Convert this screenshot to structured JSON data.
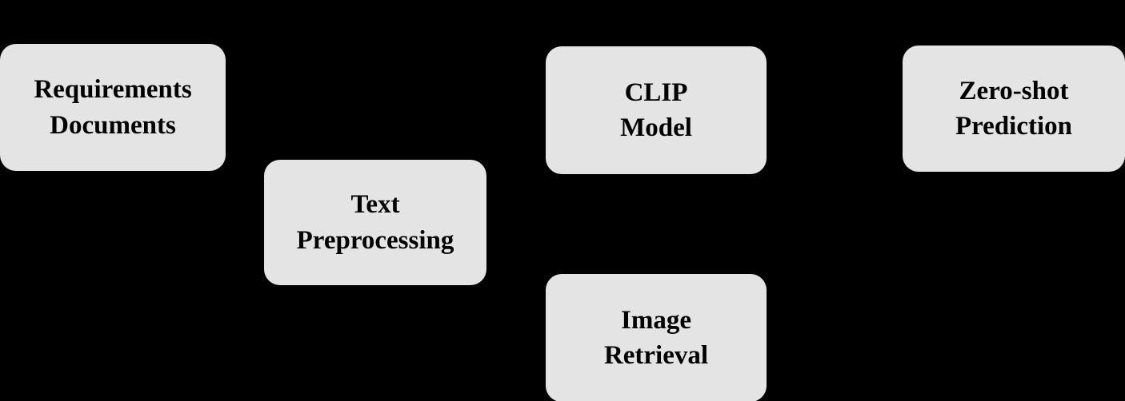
{
  "diagram": {
    "background_color": "#000000",
    "node_fill_color": "#e4e4e4",
    "node_text_color": "#000000",
    "nodes": [
      {
        "id": "requirements-documents",
        "line1": "Requirements",
        "line2": "Documents"
      },
      {
        "id": "text-preprocessing",
        "line1": "Text",
        "line2": "Preprocessing"
      },
      {
        "id": "clip-model",
        "line1": "CLIP",
        "line2": "Model"
      },
      {
        "id": "zero-shot-prediction",
        "line1": "Zero-shot",
        "line2": "Prediction"
      },
      {
        "id": "image-retrieval",
        "line1": "Image",
        "line2": "Retrieval"
      }
    ]
  }
}
